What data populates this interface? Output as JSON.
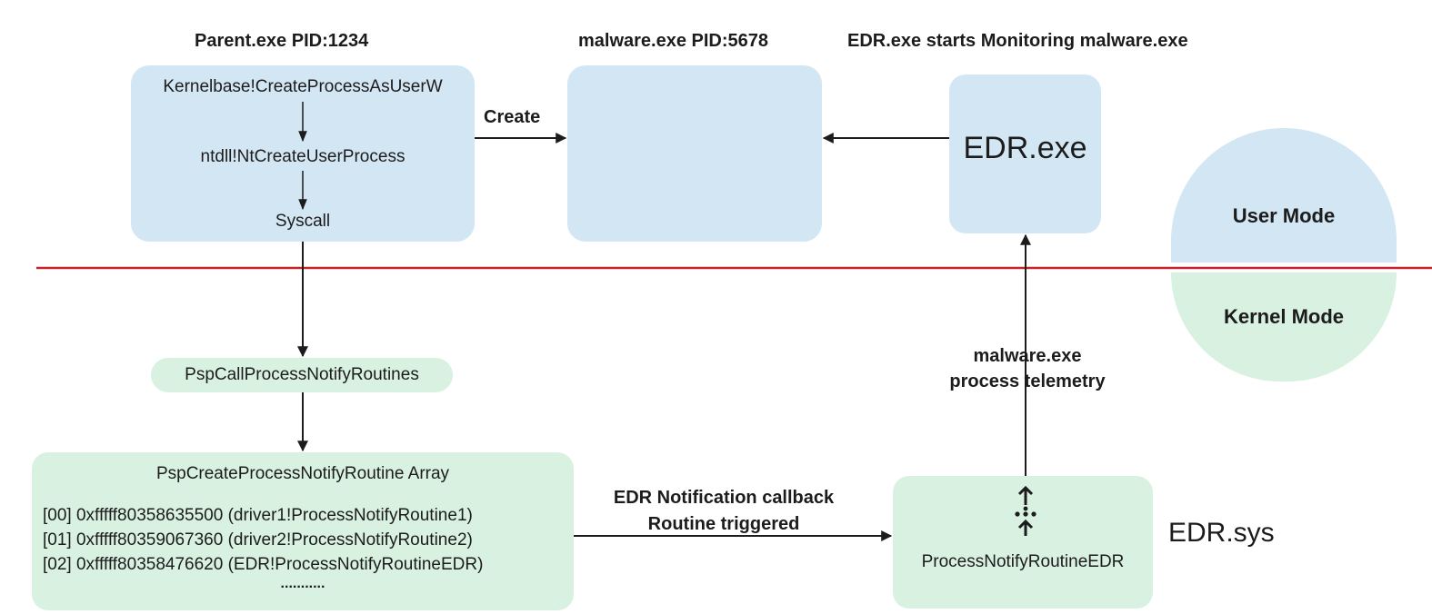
{
  "headings": {
    "parent": "Parent.exe  PID:1234",
    "malware": "malware.exe PID:5678",
    "edr_monitor": "EDR.exe  starts Monitoring malware.exe"
  },
  "parent_box": {
    "steps": [
      "Kernelbase!CreateProcessAsUserW",
      "ntdll!NtCreateUserProcess",
      "Syscall"
    ]
  },
  "create_label": "Create",
  "edr_exe_label": "EDR.exe",
  "mode_legend": {
    "user": "User Mode",
    "kernel": "Kernel Mode"
  },
  "psp_call": "PspCallProcessNotifyRoutines",
  "notify_array": {
    "title": "PspCreateProcessNotifyRoutine Array",
    "entries": [
      "[00] 0xfffff80358635500 (driver1!ProcessNotifyRoutine1)",
      "[01] 0xfffff80359067360 (driver2!ProcessNotifyRoutine2)",
      "[02] 0xfffff80358476620 (EDR!ProcessNotifyRoutineEDR)"
    ],
    "ellipsis": "..........."
  },
  "callback_label": {
    "line1": "EDR Notification callback",
    "line2": "Routine triggered"
  },
  "telemetry_label": {
    "line1": "malware.exe",
    "line2": "process telemetry"
  },
  "edr_routine": "ProcessNotifyRoutineEDR",
  "edr_sys_label": "EDR.sys",
  "colors": {
    "user_mode": "#d3e6f4",
    "kernel_mode": "#d8f1e0",
    "boundary_line": "#c0242c",
    "arrow": "#1c1c1c"
  }
}
